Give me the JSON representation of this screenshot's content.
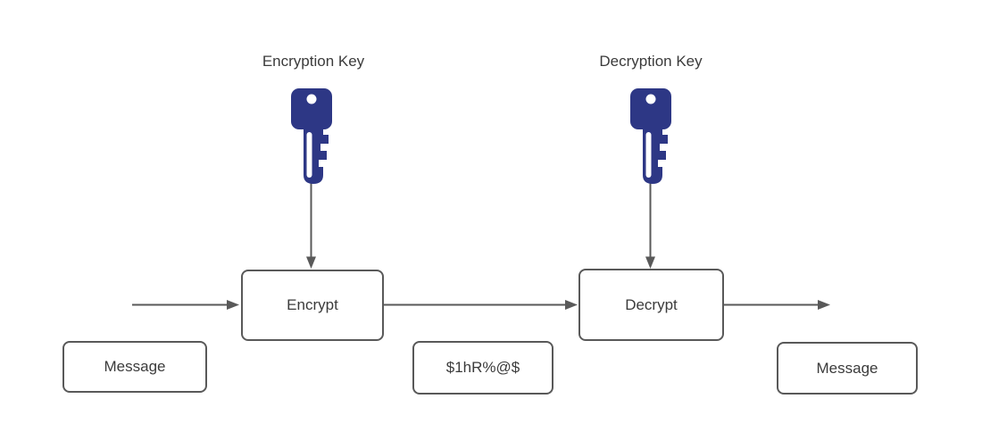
{
  "diagram": {
    "type": "flow-diagram",
    "topic": "encryption-decryption-flow",
    "labels": {
      "encryption_key": "Encryption Key",
      "decryption_key": "Decryption Key"
    },
    "nodes": {
      "message_in": "Message",
      "encrypt": "Encrypt",
      "ciphertext": "$1hR%@$",
      "decrypt": "Decrypt",
      "message_out": "Message"
    },
    "icons": {
      "encryption_key": "key-icon",
      "decryption_key": "key-icon"
    },
    "colors": {
      "key_fill": "#2d3785",
      "stroke": "#595959",
      "text": "#3b3b3b",
      "background": "#ffffff"
    },
    "connections": [
      {
        "from": "input",
        "to": "encrypt",
        "direction": "right"
      },
      {
        "from": "encryption-key",
        "to": "encrypt",
        "direction": "down"
      },
      {
        "from": "encrypt",
        "to": "decrypt",
        "direction": "right"
      },
      {
        "from": "decryption-key",
        "to": "decrypt",
        "direction": "down"
      },
      {
        "from": "decrypt",
        "to": "output",
        "direction": "right"
      }
    ]
  }
}
